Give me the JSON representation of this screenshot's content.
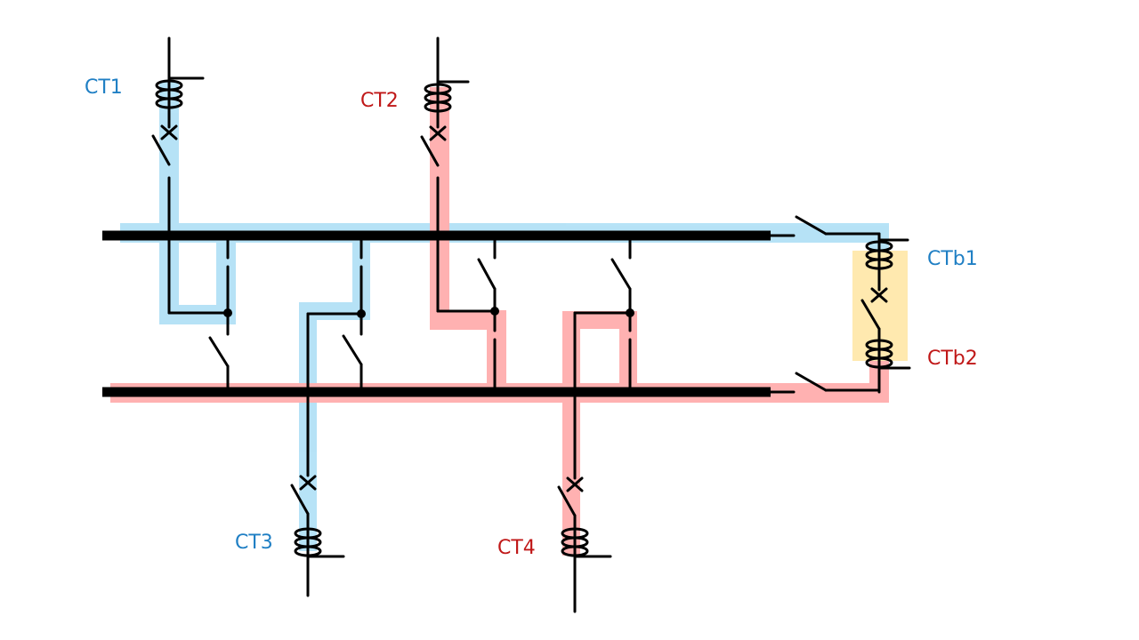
{
  "colors": {
    "bus1_zone": "#a5dcf5",
    "bus2_zone": "#ff9e9e",
    "tie_zone": "#ffe49c",
    "blue_label": "#1f7fc4",
    "red_label": "#c01818",
    "line": "#000000"
  },
  "labels": {
    "ct1": "CT1",
    "ct2": "CT2",
    "ct3": "CT3",
    "ct4": "CT4",
    "ctb1": "CTb1",
    "ctb2": "CTb2"
  }
}
